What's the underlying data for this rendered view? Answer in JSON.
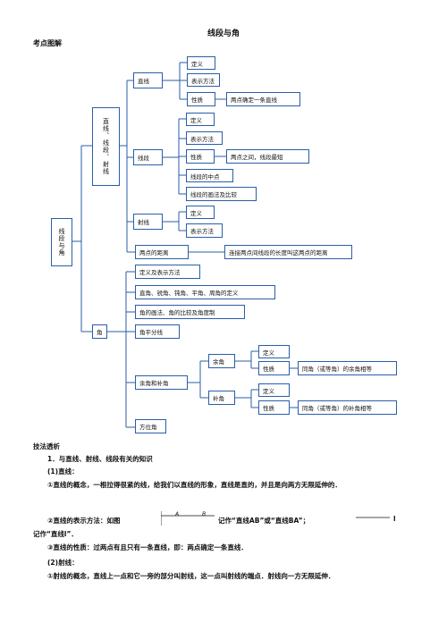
{
  "title": "线段与角",
  "section1": "考点图解",
  "diagram": {
    "root": "线段与角",
    "group1": "直线、线段、射线",
    "line": {
      "label": "直线",
      "def": "定义",
      "rep": "表示方法",
      "prop": "性质",
      "prop_text": "两点确定一条直线"
    },
    "segment": {
      "label": "线段",
      "def": "定义",
      "rep": "表示方法",
      "prop": "性质",
      "prop_text": "两点之间，线段最短",
      "midpoint": "线段的中点",
      "drawing": "线段的画法及比较"
    },
    "ray": {
      "label": "射线",
      "def": "定义",
      "rep": "表示方法"
    },
    "distance": {
      "label": "两点的距离",
      "text": "连接两点间线段的长度叫这两点的距离"
    },
    "angle": {
      "label": "角",
      "def_rep": "定义及表示方法",
      "types": "直角、锐角、钝角、平角、周角的定义",
      "drawing": "角的画法、角的比较及角度制",
      "bisector": "角平分线",
      "comp_supp": "余角和补角",
      "comp": {
        "label": "余角",
        "def": "定义",
        "prop": "性质",
        "prop_text": "同角（或等角）的余角相等"
      },
      "supp": {
        "label": "补角",
        "def": "定义",
        "prop": "性质",
        "prop_text": "同角（或等角）的补角相等"
      },
      "bearing": "方位角"
    }
  },
  "section2": "技法透析",
  "content": {
    "item1": "1．与直线、射线、线段有关的知识",
    "sub1": "(1)直线：",
    "p1": "①直线的概念，一根拉得很紧的线，给我们以直线的形象，直线是直的，并且是向两方无限延伸的．",
    "p2_pre": "②直线的表示方法：如图",
    "point_a": "A",
    "point_b": "B",
    "p2_mid": "记作“直线AB”或“直线BA”；",
    "p2_l": "l",
    "p2_end": "记作“直线l”．",
    "p3": "③直线的性质：过两点有且只有一条直线，即：两点确定一条直线．",
    "sub2": "(2)射线：",
    "p4": "①射线的概念，直线上一点和它一旁的部分叫射线，这一点叫射线的端点．射线向一方无限延伸．"
  }
}
